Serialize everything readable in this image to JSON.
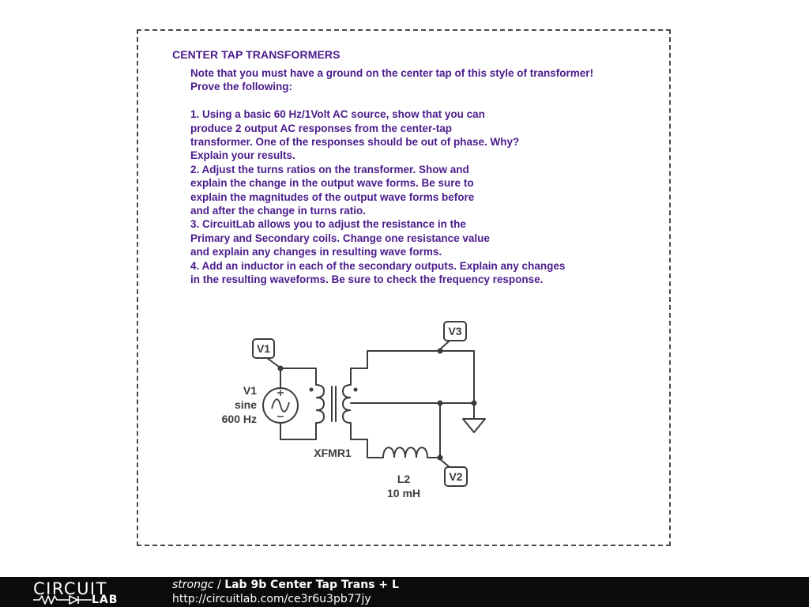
{
  "heading": "CENTER TAP TRANSFORMERS",
  "note_lines": [
    "Note that you must have a ground on the center tap of this style of transformer!",
    "Prove the following:",
    "",
    "1. Using a basic 60 Hz/1Volt AC source, show that you can",
    "produce 2 output AC responses from the center-tap",
    "transformer. One of the responses should be out of phase. Why?",
    "Explain your results.",
    "2. Adjust the turns ratios on the transformer. Show and",
    "explain the change in the output wave forms. Be sure to",
    "explain the magnitudes of the output wave forms before",
    "and after the change in turns ratio.",
    "3. CircuitLab allows you to adjust the resistance in the",
    "Primary and Secondary coils. Change one resistance value",
    "and explain any changes in resulting wave forms.",
    "4. Add an inductor in each of the secondary outputs. Explain any changes",
    "in the resulting waveforms. Be sure to check the frequency response."
  ],
  "schematic": {
    "source": {
      "name": "V1",
      "type": "sine",
      "frequency": "600 Hz"
    },
    "transformer": {
      "name": "XFMR1"
    },
    "inductor": {
      "name": "L2",
      "value": "10 mH"
    },
    "probes": [
      "V1",
      "V3",
      "V2"
    ]
  },
  "footer": {
    "logo_top": "CIRCUIT",
    "logo_bottom": "LAB",
    "author": "strongc",
    "separator": " / ",
    "title": "Lab 9b Center Tap Trans + L",
    "url": "http://circuitlab.com/ce3r6u3pb77jy"
  },
  "colors": {
    "text_purple": "#4b1b8c",
    "wire": "#3c3c3c",
    "footer_bg": "#0b0b0b"
  }
}
